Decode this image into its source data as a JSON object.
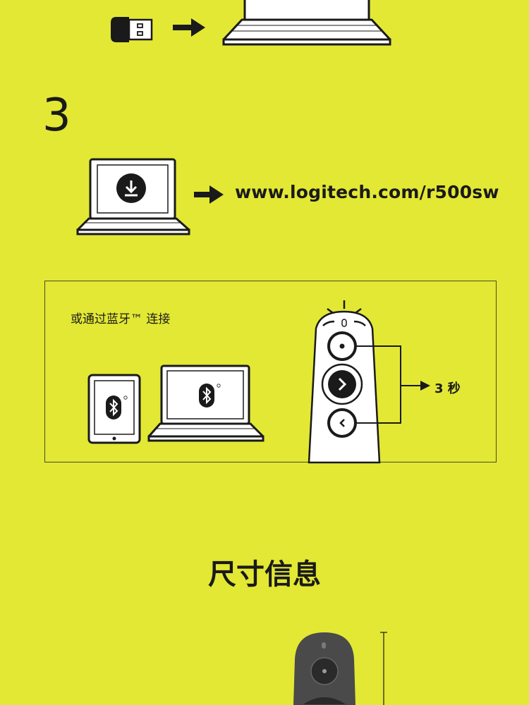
{
  "step3": {
    "number": "3",
    "url": "www.logitech.com/r500sw"
  },
  "bluetooth": {
    "label": "或通过蓝牙™ 连接",
    "hold_label": "3 秒"
  },
  "dimensions": {
    "title": "尺寸信息"
  },
  "colors": {
    "background": "#e3e834",
    "ink": "#1a1a1a",
    "device_gray": "#4a4a4a",
    "screen_white": "#ffffff"
  },
  "icons": {
    "usb_receiver": "usb-receiver-icon",
    "arrow": "arrow-right-icon",
    "laptop": "laptop-icon",
    "download": "download-icon",
    "tablet": "tablet-icon",
    "bluetooth": "bluetooth-icon",
    "presenter": "presenter-remote-icon"
  }
}
